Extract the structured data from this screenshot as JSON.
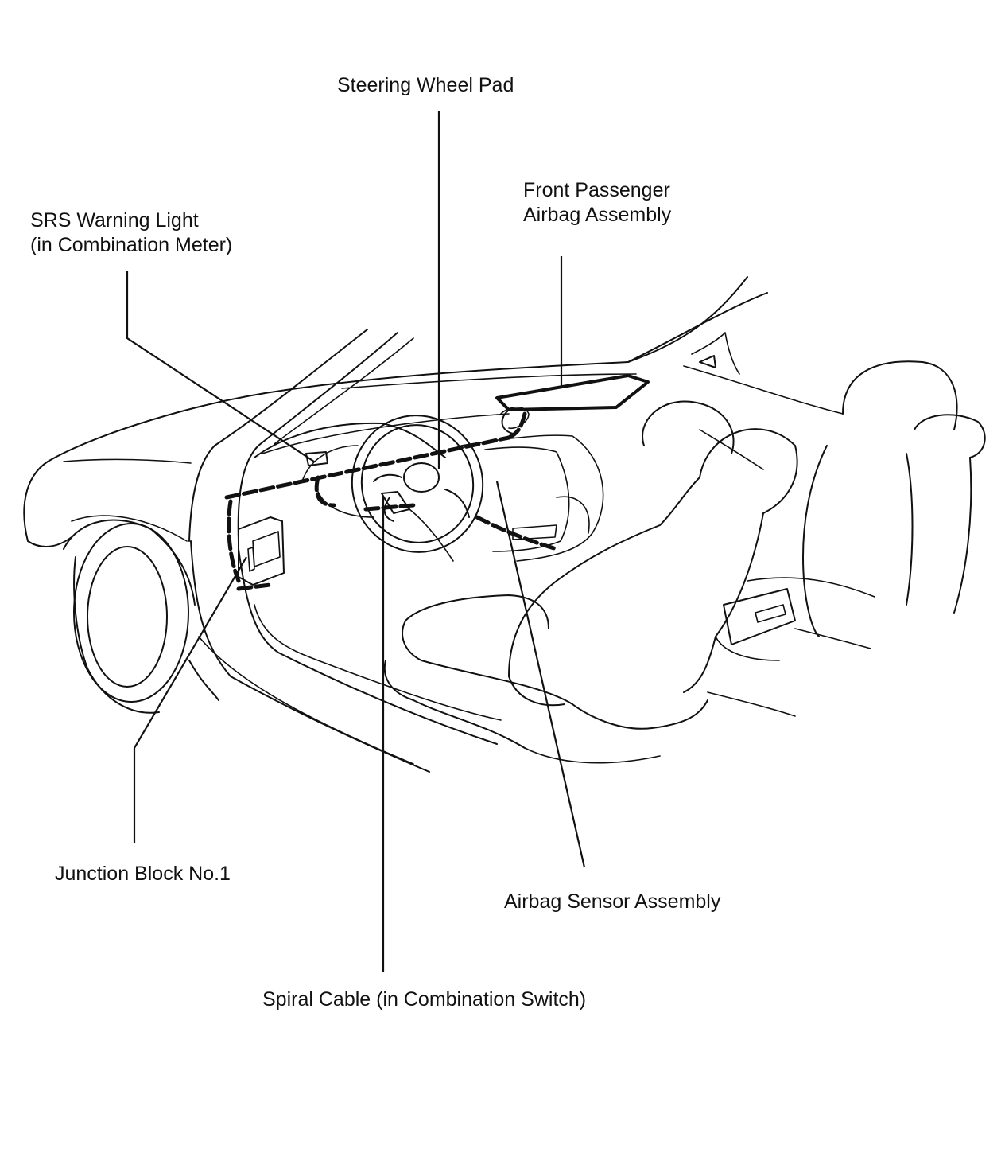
{
  "diagram": {
    "labels": {
      "steering_wheel_pad": "Steering Wheel Pad",
      "front_passenger_airbag_line1": "Front Passenger",
      "front_passenger_airbag_line2": "Airbag Assembly",
      "srs_warning_light_line1": "SRS Warning Light",
      "srs_warning_light_line2": "(in Combination Meter)",
      "junction_block": "Junction Block No.1",
      "airbag_sensor": "Airbag Sensor Assembly",
      "spiral_cable": "Spiral Cable (in Combination Switch)"
    }
  }
}
